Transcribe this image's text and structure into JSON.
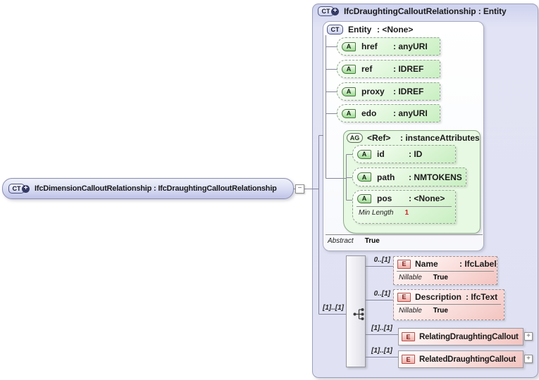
{
  "colors": {
    "lavender_fill": "#e2e4f5",
    "lavender_deep": "#bfc4e8",
    "green_fill": "#c9efc2",
    "green_group_fill": "#e7f9e2",
    "pink_fill": "#f3c4c0",
    "facet_red": "#cc2222"
  },
  "left_box": {
    "icon": "CT",
    "plus": "+",
    "label": "IfcDimensionCalloutRelationship : IfcDraughtingCalloutRelationship"
  },
  "collapse_toggle": "−",
  "main_box": {
    "icon": "CT",
    "plus": "+",
    "title": "IfcDraughtingCalloutRelationship : Entity"
  },
  "entity_box": {
    "icon": "CT",
    "name": "Entity",
    "type": ": <None>",
    "attributes": [
      {
        "icon": "A",
        "name": "href",
        "type": ": anyURI"
      },
      {
        "icon": "A",
        "name": "ref",
        "type": ": IDREF"
      },
      {
        "icon": "A",
        "name": "proxy",
        "type": ": IDREF"
      },
      {
        "icon": "A",
        "name": "edo",
        "type": ": anyURI"
      }
    ],
    "attribute_group": {
      "icon": "AG",
      "name": "<Ref>",
      "type": ": instanceAttributes",
      "attributes": [
        {
          "icon": "A",
          "name": "id",
          "type": ": ID"
        },
        {
          "icon": "A",
          "name": "path",
          "type": ": NMTOKENS"
        },
        {
          "icon": "A",
          "name": "pos",
          "type": ": <None>",
          "facet_label": "Min Length",
          "facet_value": "1"
        }
      ]
    },
    "facet_label": "Abstract",
    "facet_value": "True"
  },
  "content_model": {
    "cardinality": "[1]..[1]",
    "elements": [
      {
        "icon": "E",
        "name": "Name",
        "type": ": IfcLabel",
        "cardinality": "0..[1]",
        "facet_label": "Nillable",
        "facet_value": "True"
      },
      {
        "icon": "E",
        "name": "Description",
        "type": ": IfcText",
        "cardinality": "0..[1]",
        "facet_label": "Nillable",
        "facet_value": "True"
      },
      {
        "icon": "E",
        "name": "RelatingDraughtingCallout",
        "cardinality": "[1]..[1]",
        "expand": "+"
      },
      {
        "icon": "E",
        "name": "RelatedDraughtingCallout",
        "cardinality": "[1]..[1]",
        "expand": "+"
      }
    ]
  }
}
